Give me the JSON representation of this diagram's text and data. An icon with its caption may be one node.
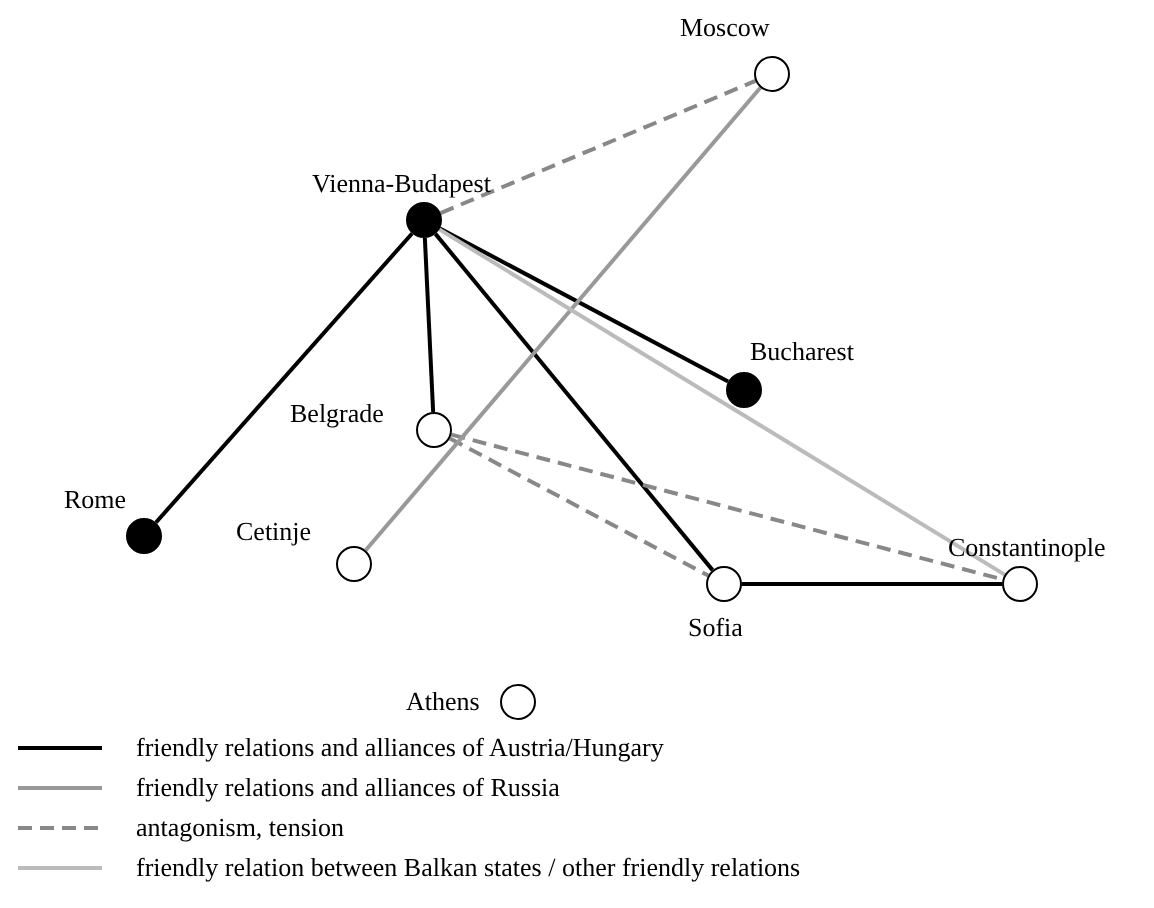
{
  "diagram": {
    "nodes": [
      {
        "text": [
          "Moscow"
        ]
      },
      {
        "text": [
          "Vienna-Budapest"
        ]
      },
      {
        "text": [
          "Bucharest"
        ]
      },
      {
        "text": [
          "Belgrade"
        ]
      },
      {
        "text": [
          "Rome"
        ]
      },
      {
        "text": [
          "Cetinje"
        ]
      },
      {
        "text": [
          "Sofia"
        ]
      },
      {
        "text": [
          "Constantinople"
        ]
      },
      {
        "text": [
          "Athens"
        ]
      }
    ],
    "edges": [
      {
        "from": 1,
        "to": 4,
        "arrow": "none"
      },
      {
        "from": 1,
        "to": 3,
        "arrow": "none"
      },
      {
        "from": 1,
        "to": 6,
        "arrow": "none"
      },
      {
        "from": 1,
        "to": 2,
        "arrow": "none"
      },
      {
        "from": 6,
        "to": 7,
        "arrow": "none"
      },
      {
        "from": 1,
        "to": 0,
        "arrow": "none",
        "style": "dashed",
        "color": "#888888"
      },
      {
        "from": 3,
        "to": 6,
        "arrow": "none",
        "style": "dashed",
        "color": "#888888"
      },
      {
        "from": 3,
        "to": 7,
        "arrow": "none",
        "style": "dashed",
        "color": "#888888"
      },
      {
        "from": 0,
        "to": 5,
        "arrow": "none",
        "color": "#999999"
      },
      {
        "from": 1,
        "to": 7,
        "arrow": "none",
        "color": "#bbbbbb"
      }
    ],
    "legend": [
      {
        "text": "friendly relations and alliances of Austria/Hungary",
        "color": "#000000"
      },
      {
        "text": "friendly relations and alliances of Russia",
        "color": "#999999"
      },
      {
        "text": "antagonism, tension",
        "color": "#888888"
      },
      {
        "text": "friendly relation between Balkan states / other friendly relations",
        "color": "#bbbbbb"
      }
    ]
  }
}
